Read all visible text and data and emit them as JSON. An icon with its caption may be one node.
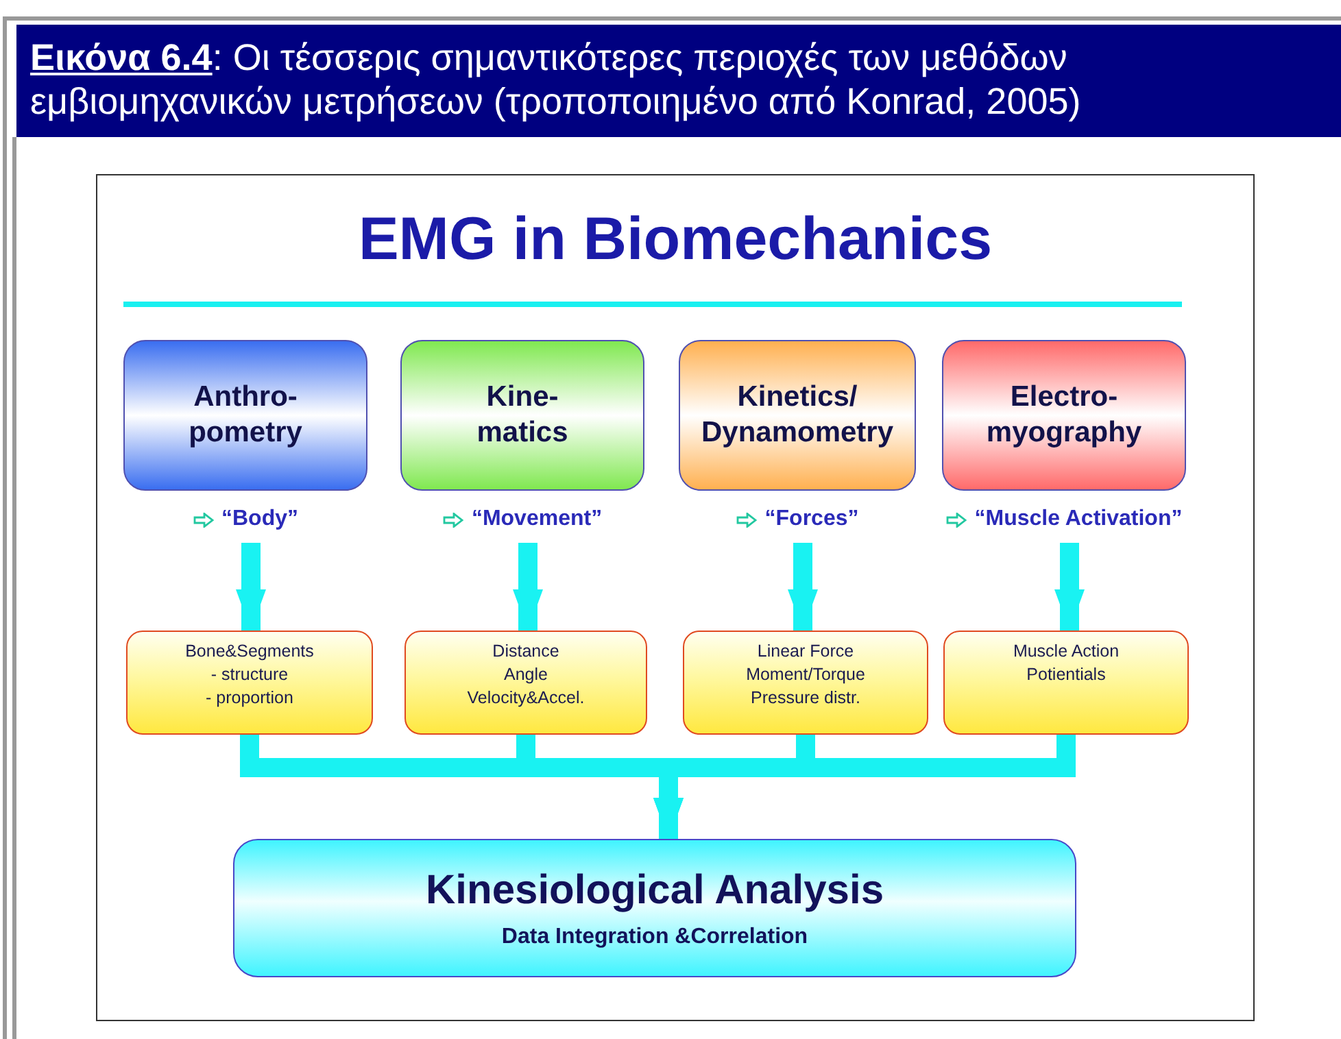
{
  "diagram": {
    "title": "**Εικόνα 6.4**: Οι τέσσερις σημαντικότερες περιοχές των μεθόδων εμβιομηχανικών μετρήσεων (τροποποιημένο από Konrad, 2005)",
    "nodes": [
      {
        "text": [
          "Anthro- pometry"
        ],
        "beside": [
          "“Body”"
        ]
      },
      {
        "text": [
          "Kine- matics"
        ],
        "beside": [
          "“Movement”"
        ]
      },
      {
        "text": [
          "Kinetics/ Dynamometry"
        ],
        "beside": [
          "“Forces”"
        ]
      },
      {
        "text": [
          "Electro- myography"
        ],
        "beside": [
          "“Muscle Activation”"
        ]
      },
      {
        "text": [
          "Bone&Segments",
          "- structure",
          "- proportion"
        ]
      },
      {
        "text": [
          "Distance",
          "Angle",
          "Velocity&Accel."
        ]
      },
      {
        "text": [
          "Linear Force",
          "Moment/Torque",
          "Pressure distr."
        ]
      },
      {
        "text": [
          "Muscle Action",
          "Potientials"
        ]
      },
      {
        "text": [
          "Kinesiological Analysis",
          "Data Integration &Correlation"
        ]
      }
    ],
    "edges": [
      {
        "from": 0,
        "to": 4,
        "arrow": "to"
      },
      {
        "from": 1,
        "to": 5,
        "arrow": "to"
      },
      {
        "from": 2,
        "to": 6,
        "arrow": "to"
      },
      {
        "from": 3,
        "to": 7,
        "arrow": "to"
      },
      {
        "from": 4,
        "to": 8,
        "arrow": "to"
      },
      {
        "from": 5,
        "to": 8,
        "arrow": "to"
      },
      {
        "from": 6,
        "to": 8,
        "arrow": "to"
      },
      {
        "from": 7,
        "to": 8,
        "arrow": "to"
      }
    ],
    "labels": [
      "EMG in Biomechanics"
    ]
  }
}
